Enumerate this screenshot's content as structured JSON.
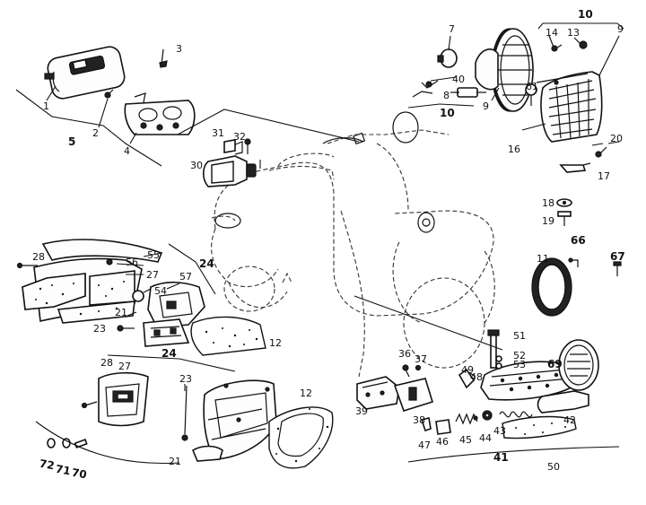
{
  "callouts": [
    {
      "id": "c1",
      "text": "1"
    },
    {
      "id": "c2",
      "text": "2"
    },
    {
      "id": "c3",
      "text": "3"
    },
    {
      "id": "c4",
      "text": "4"
    },
    {
      "id": "c5",
      "text": "5"
    },
    {
      "id": "c7",
      "text": "7"
    },
    {
      "id": "c8",
      "text": "8"
    },
    {
      "id": "c9a",
      "text": "9"
    },
    {
      "id": "c9b",
      "text": "9"
    },
    {
      "id": "c10a",
      "text": "10"
    },
    {
      "id": "c10b",
      "text": "10"
    },
    {
      "id": "c11",
      "text": "11"
    },
    {
      "id": "c12a",
      "text": "12"
    },
    {
      "id": "c12b",
      "text": "12"
    },
    {
      "id": "c13",
      "text": "13"
    },
    {
      "id": "c14",
      "text": "14"
    },
    {
      "id": "c16",
      "text": "16"
    },
    {
      "id": "c17",
      "text": "17"
    },
    {
      "id": "c18",
      "text": "18"
    },
    {
      "id": "c19",
      "text": "19"
    },
    {
      "id": "c20",
      "text": "20"
    },
    {
      "id": "c21a",
      "text": "21"
    },
    {
      "id": "c21b",
      "text": "21"
    },
    {
      "id": "c23a",
      "text": "23"
    },
    {
      "id": "c23b",
      "text": "23"
    },
    {
      "id": "c24a",
      "text": "24"
    },
    {
      "id": "c24b",
      "text": "24"
    },
    {
      "id": "c27a",
      "text": "27"
    },
    {
      "id": "c27b",
      "text": "27"
    },
    {
      "id": "c28a",
      "text": "28"
    },
    {
      "id": "c28b",
      "text": "28"
    },
    {
      "id": "c30",
      "text": "30"
    },
    {
      "id": "c31",
      "text": "31"
    },
    {
      "id": "c32",
      "text": "32"
    },
    {
      "id": "c36",
      "text": "36"
    },
    {
      "id": "c37",
      "text": "37"
    },
    {
      "id": "c38",
      "text": "38"
    },
    {
      "id": "c39",
      "text": "39"
    },
    {
      "id": "c40",
      "text": "40"
    },
    {
      "id": "c41",
      "text": "41"
    },
    {
      "id": "c42",
      "text": "42"
    },
    {
      "id": "c43",
      "text": "43"
    },
    {
      "id": "c44",
      "text": "44"
    },
    {
      "id": "c45",
      "text": "45"
    },
    {
      "id": "c46",
      "text": "46"
    },
    {
      "id": "c47",
      "text": "47"
    },
    {
      "id": "c48",
      "text": "48"
    },
    {
      "id": "c49",
      "text": "49"
    },
    {
      "id": "c50",
      "text": "50"
    },
    {
      "id": "c51",
      "text": "51"
    },
    {
      "id": "c52",
      "text": "52"
    },
    {
      "id": "c53",
      "text": "53"
    },
    {
      "id": "c54",
      "text": "54"
    },
    {
      "id": "c55",
      "text": "55"
    },
    {
      "id": "c56",
      "text": "56"
    },
    {
      "id": "c57",
      "text": "57"
    },
    {
      "id": "c61",
      "text": "61"
    },
    {
      "id": "c66",
      "text": "66"
    },
    {
      "id": "c67",
      "text": "67"
    },
    {
      "id": "c69",
      "text": "69"
    },
    {
      "id": "c70",
      "text": "70"
    },
    {
      "id": "c71",
      "text": "71"
    },
    {
      "id": "c72",
      "text": "72"
    }
  ],
  "colors": {
    "ink": "#111111",
    "paper": "#ffffff"
  }
}
